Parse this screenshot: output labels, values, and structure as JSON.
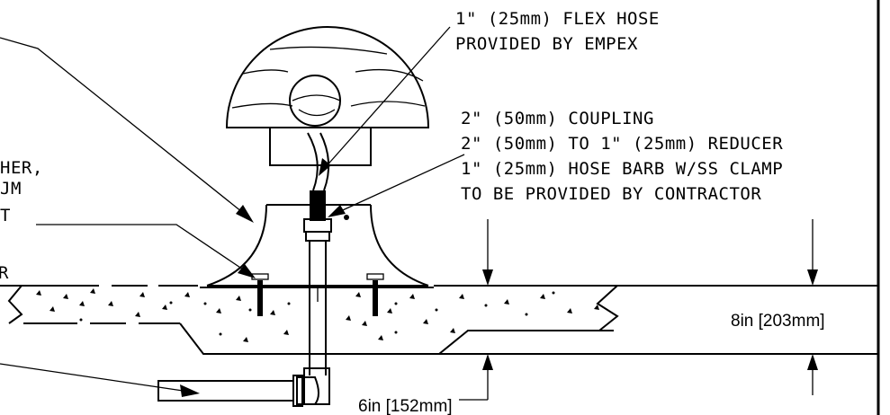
{
  "callouts": {
    "flex_hose": [
      "1\" (25mm) FLEX HOSE",
      "PROVIDED BY EMPEX"
    ],
    "coupling": [
      "2\" (50mm) COUPLING",
      "2\" (50mm) TO 1\" (25mm) REDUCER",
      "1\" (25mm) HOSE BARB W/SS CLAMP",
      "TO BE PROVIDED BY CONTRACTOR"
    ],
    "left_partial": [
      "HER,",
      "JM",
      "T",
      "R"
    ]
  },
  "dimensions": {
    "slab_thickness": "8in [203mm]",
    "pipe_depth": "6in [152mm]"
  }
}
